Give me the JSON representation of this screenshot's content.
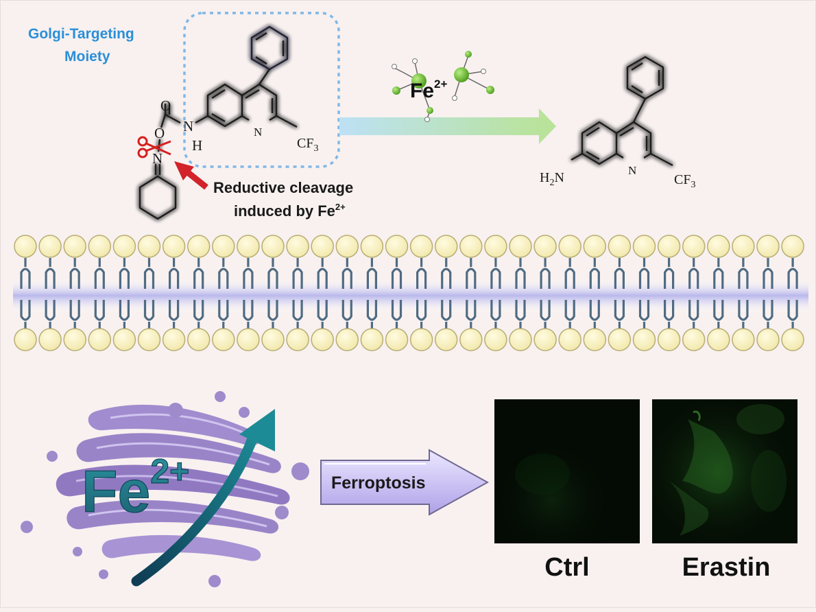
{
  "top": {
    "golgi_label_line1": "Golgi-Targeting",
    "golgi_label_line2": "Moiety",
    "cleavage_line1": "Reductive cleavage",
    "cleavage_line2": "induced by Fe",
    "cleavage_sup": "2+",
    "fe_base": "Fe",
    "fe_sup": "2+",
    "atom_O_carbonyl": "O",
    "atom_O": "O",
    "atom_N_amide": "N",
    "atom_H": "H",
    "atom_N_oxime": "N",
    "atom_N_ring": "N",
    "cf3": "CF",
    "cf3_sub": "3",
    "product_h2n": "H",
    "product_h2n_sub": "2",
    "product_h2n_n": "N",
    "product_n_ring": "N",
    "product_cf3": "CF",
    "product_cf3_sub": "3"
  },
  "bottom": {
    "fe_big": "Fe",
    "fe_big_sup": "2+",
    "ferroptosis_label": "Ferroptosis",
    "panel_left_label": "Ctrl",
    "panel_right_label": "Erastin"
  },
  "colors": {
    "golgi_blue": "#2a8fd8",
    "probe_glow": "#5fb6ff",
    "product_green": "#3f8b2a",
    "scissor_red": "#d4201f",
    "arrow_red": "#d2222a",
    "membrane_head": "#f4eeb6",
    "golgi_purple": "#9a84c8",
    "teal_arrow": "#166a7a"
  }
}
